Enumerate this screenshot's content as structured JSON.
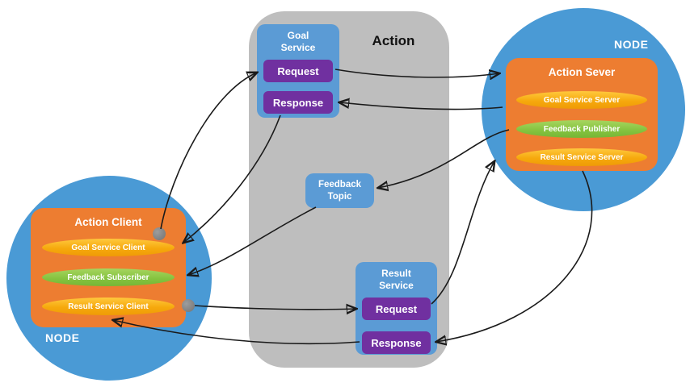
{
  "action_panel": {
    "title": "Action"
  },
  "goal_service": {
    "title": "Goal Service",
    "request_label": "Request",
    "response_label": "Response"
  },
  "feedback_topic": {
    "title": "Feedback Topic"
  },
  "result_service": {
    "title": "Result Service",
    "request_label": "Request",
    "response_label": "Response"
  },
  "server_node": {
    "node_label": "NODE",
    "title": "Action Sever",
    "items": [
      {
        "label": "Goal Service Server",
        "type": "service"
      },
      {
        "label": "Feedback Publisher",
        "type": "publisher"
      },
      {
        "label": "Result Service Server",
        "type": "service"
      }
    ]
  },
  "client_node": {
    "node_label": "NODE",
    "title": "Action Client",
    "items": [
      {
        "label": "Goal Service Client",
        "type": "service"
      },
      {
        "label": "Feedback Subscriber",
        "type": "subscriber"
      },
      {
        "label": "Result Service Client",
        "type": "service"
      }
    ]
  },
  "colors": {
    "node_circle": "#4A9AD5",
    "action_panel": "#BEBEBE",
    "service_box": "#5B9BD5",
    "request_button": "#7030A0",
    "node_box": "#ED7D31",
    "service_pill": "#F6A90D",
    "topic_pill": "#84C23E",
    "arrow": "#1A1A1A",
    "connector_dot": "#808080"
  }
}
